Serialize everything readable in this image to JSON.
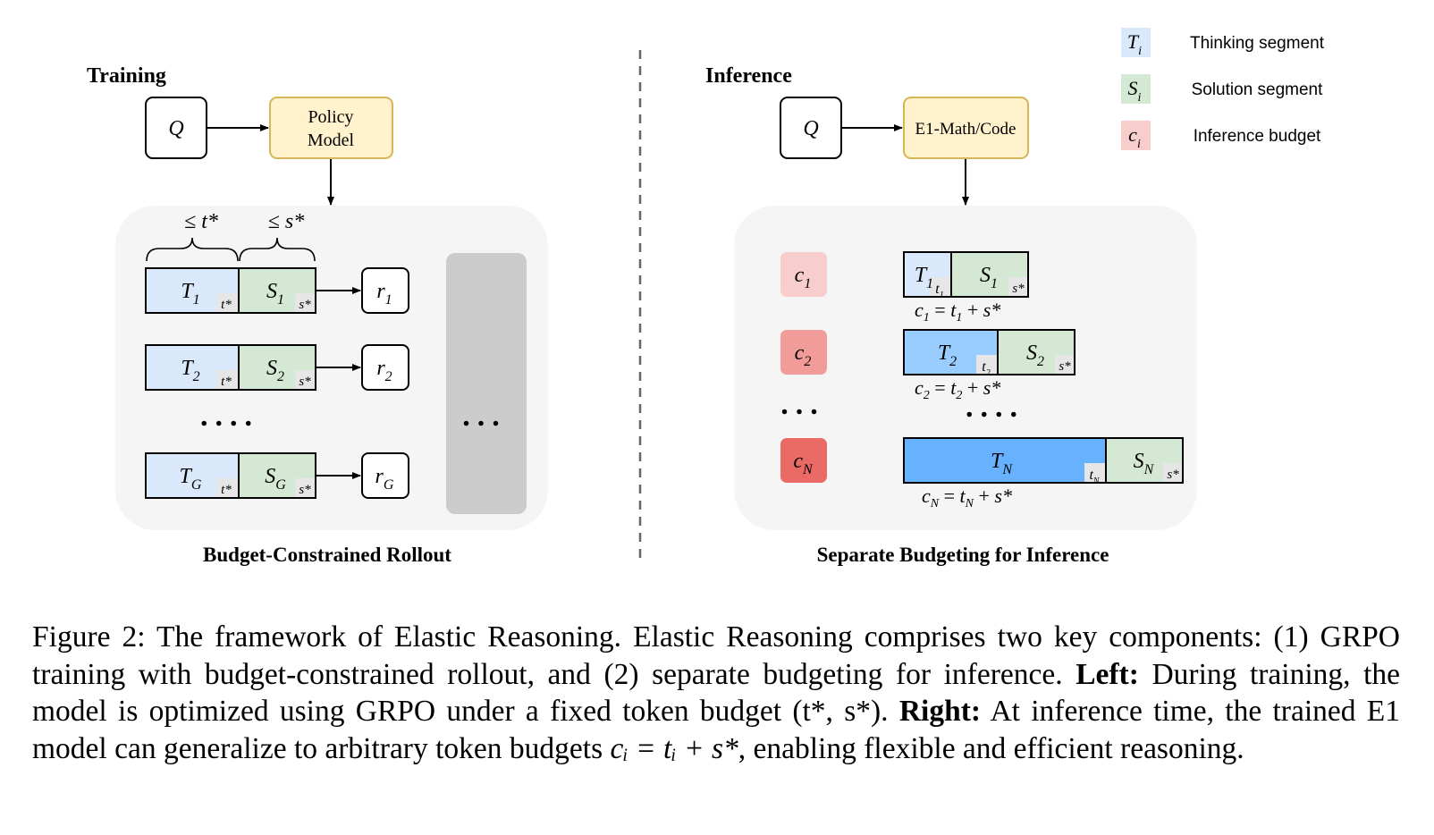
{
  "legend": [
    {
      "symbol": "T",
      "sub": "i",
      "label": "Thinking segment",
      "color": "#dae8fc"
    },
    {
      "symbol": "S",
      "sub": "i",
      "label": "Solution segment",
      "color": "#d5e8d4"
    },
    {
      "symbol": "c",
      "sub": "i",
      "label": "Inference budget",
      "color": "#f8cecc"
    }
  ],
  "training": {
    "heading": "Training",
    "query": "Q",
    "policy_line1": "Policy",
    "policy_line2": "Model",
    "brace_t": "≤ t*",
    "brace_s": "≤ s*",
    "rows": [
      {
        "sub": "1",
        "t_mark": "t*",
        "s_mark": "s*"
      },
      {
        "sub": "2",
        "t_mark": "t*",
        "s_mark": "s*"
      },
      {
        "sub": "G",
        "t_mark": "t*",
        "s_mark": "s*"
      }
    ],
    "row_dots": "....",
    "adv_dots": "...",
    "footer": "Budget-Constrained Rollout"
  },
  "inference": {
    "heading": "Inference",
    "query": "Q",
    "model": "E1-Math/Code",
    "rows": [
      {
        "sub": "1",
        "eq_c": "c",
        "eq_t": "t",
        "eq_s": "s*",
        "budget_color": "#f8cecc",
        "t_color": "#dae8fc",
        "t_frac": 0.37
      },
      {
        "sub": "2",
        "eq_c": "c",
        "eq_t": "t",
        "eq_s": "s*",
        "budget_color": "#f19c99",
        "t_color": "#99ccff",
        "t_frac": 0.55
      },
      {
        "sub": "N",
        "eq_c": "c",
        "eq_t": "t",
        "eq_s": "s*",
        "budget_color": "#ea6b66",
        "t_color": "#66b2ff",
        "t_frac": 0.72
      }
    ],
    "budget_dots": "...",
    "seg_dots": "....",
    "footer": "Separate Budgeting for Inference"
  },
  "caption": {
    "prefix": "Figure 2: The framework of Elastic Reasoning. Elastic Reasoning comprises two key components: (1) GRPO training with budget-constrained rollout, and (2) separate budgeting for inference.",
    "left_label": "Left:",
    "left_text": "During training, the model is optimized using GRPO under a fixed token budget (t*, s*).",
    "right_label": "Right:",
    "right_text": "At inference time, the trained E1 model can generalize to arbitrary token budgets",
    "formula": "cᵢ = tᵢ + s*",
    "suffix": ", enabling flexible and efficient reasoning."
  },
  "colors": {
    "thinking": "#dae8fc",
    "solution": "#d5e8d4",
    "yellow_box": "#fff2cc",
    "yellow_border": "#d6b656",
    "panel": "#f5f5f5",
    "adv_panel": "#cccccc"
  }
}
